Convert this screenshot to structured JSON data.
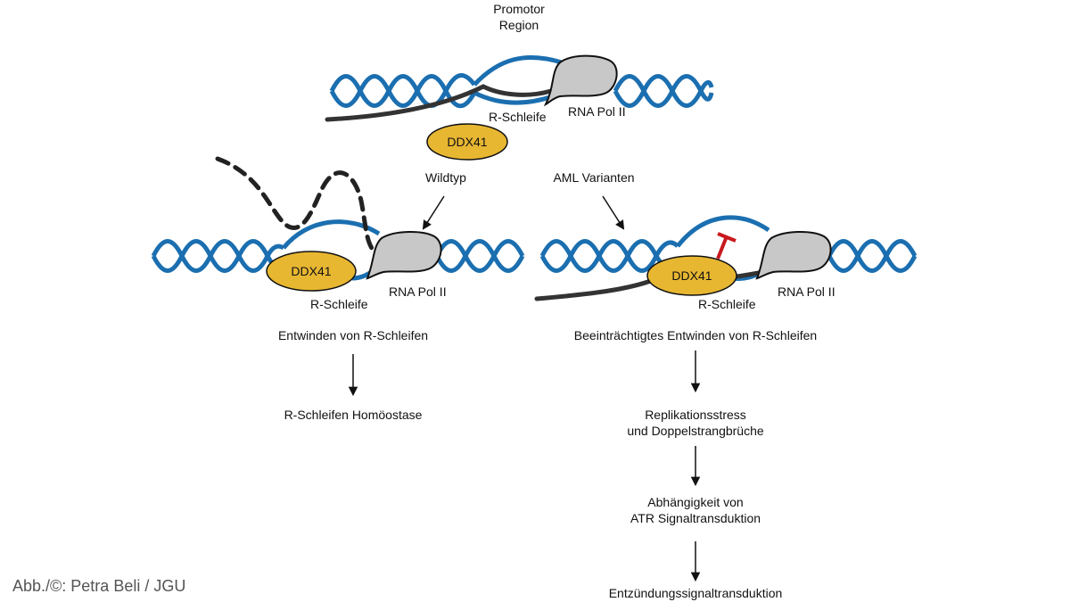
{
  "top": {
    "promoter_region": "Promotor\nRegion",
    "r_loop": "R-Schleife",
    "rna_pol": "RNA Pol II",
    "protein": "DDX41"
  },
  "left": {
    "branch_label": "Wildtyp",
    "protein": "DDX41",
    "r_loop": "R-Schleife",
    "rna_pol": "RNA Pol II",
    "outcome": "Entwinden von R-Schleifen",
    "result": "R-Schleifen Homöostase"
  },
  "right": {
    "branch_label": "AML Varianten",
    "protein": "DDX41",
    "r_loop": "R-Schleife",
    "rna_pol": "RNA Pol II",
    "outcome": "Beeinträchtigtes Entwinden von R-Schleifen",
    "step1": "Replikationsstress\nund Doppelstrangbrüche",
    "step2": "Abhängigkeit von\nATR Signaltransduktion",
    "step3": "Entzündungssignaltransduktion"
  },
  "credit": "Abb./©: Petra Beli / JGU",
  "colors": {
    "dna": "#1b6fb0",
    "rna": "#333333",
    "ddx41": "#e8b732",
    "pol": "#c8c8c8",
    "inhibit": "#c8191e"
  }
}
